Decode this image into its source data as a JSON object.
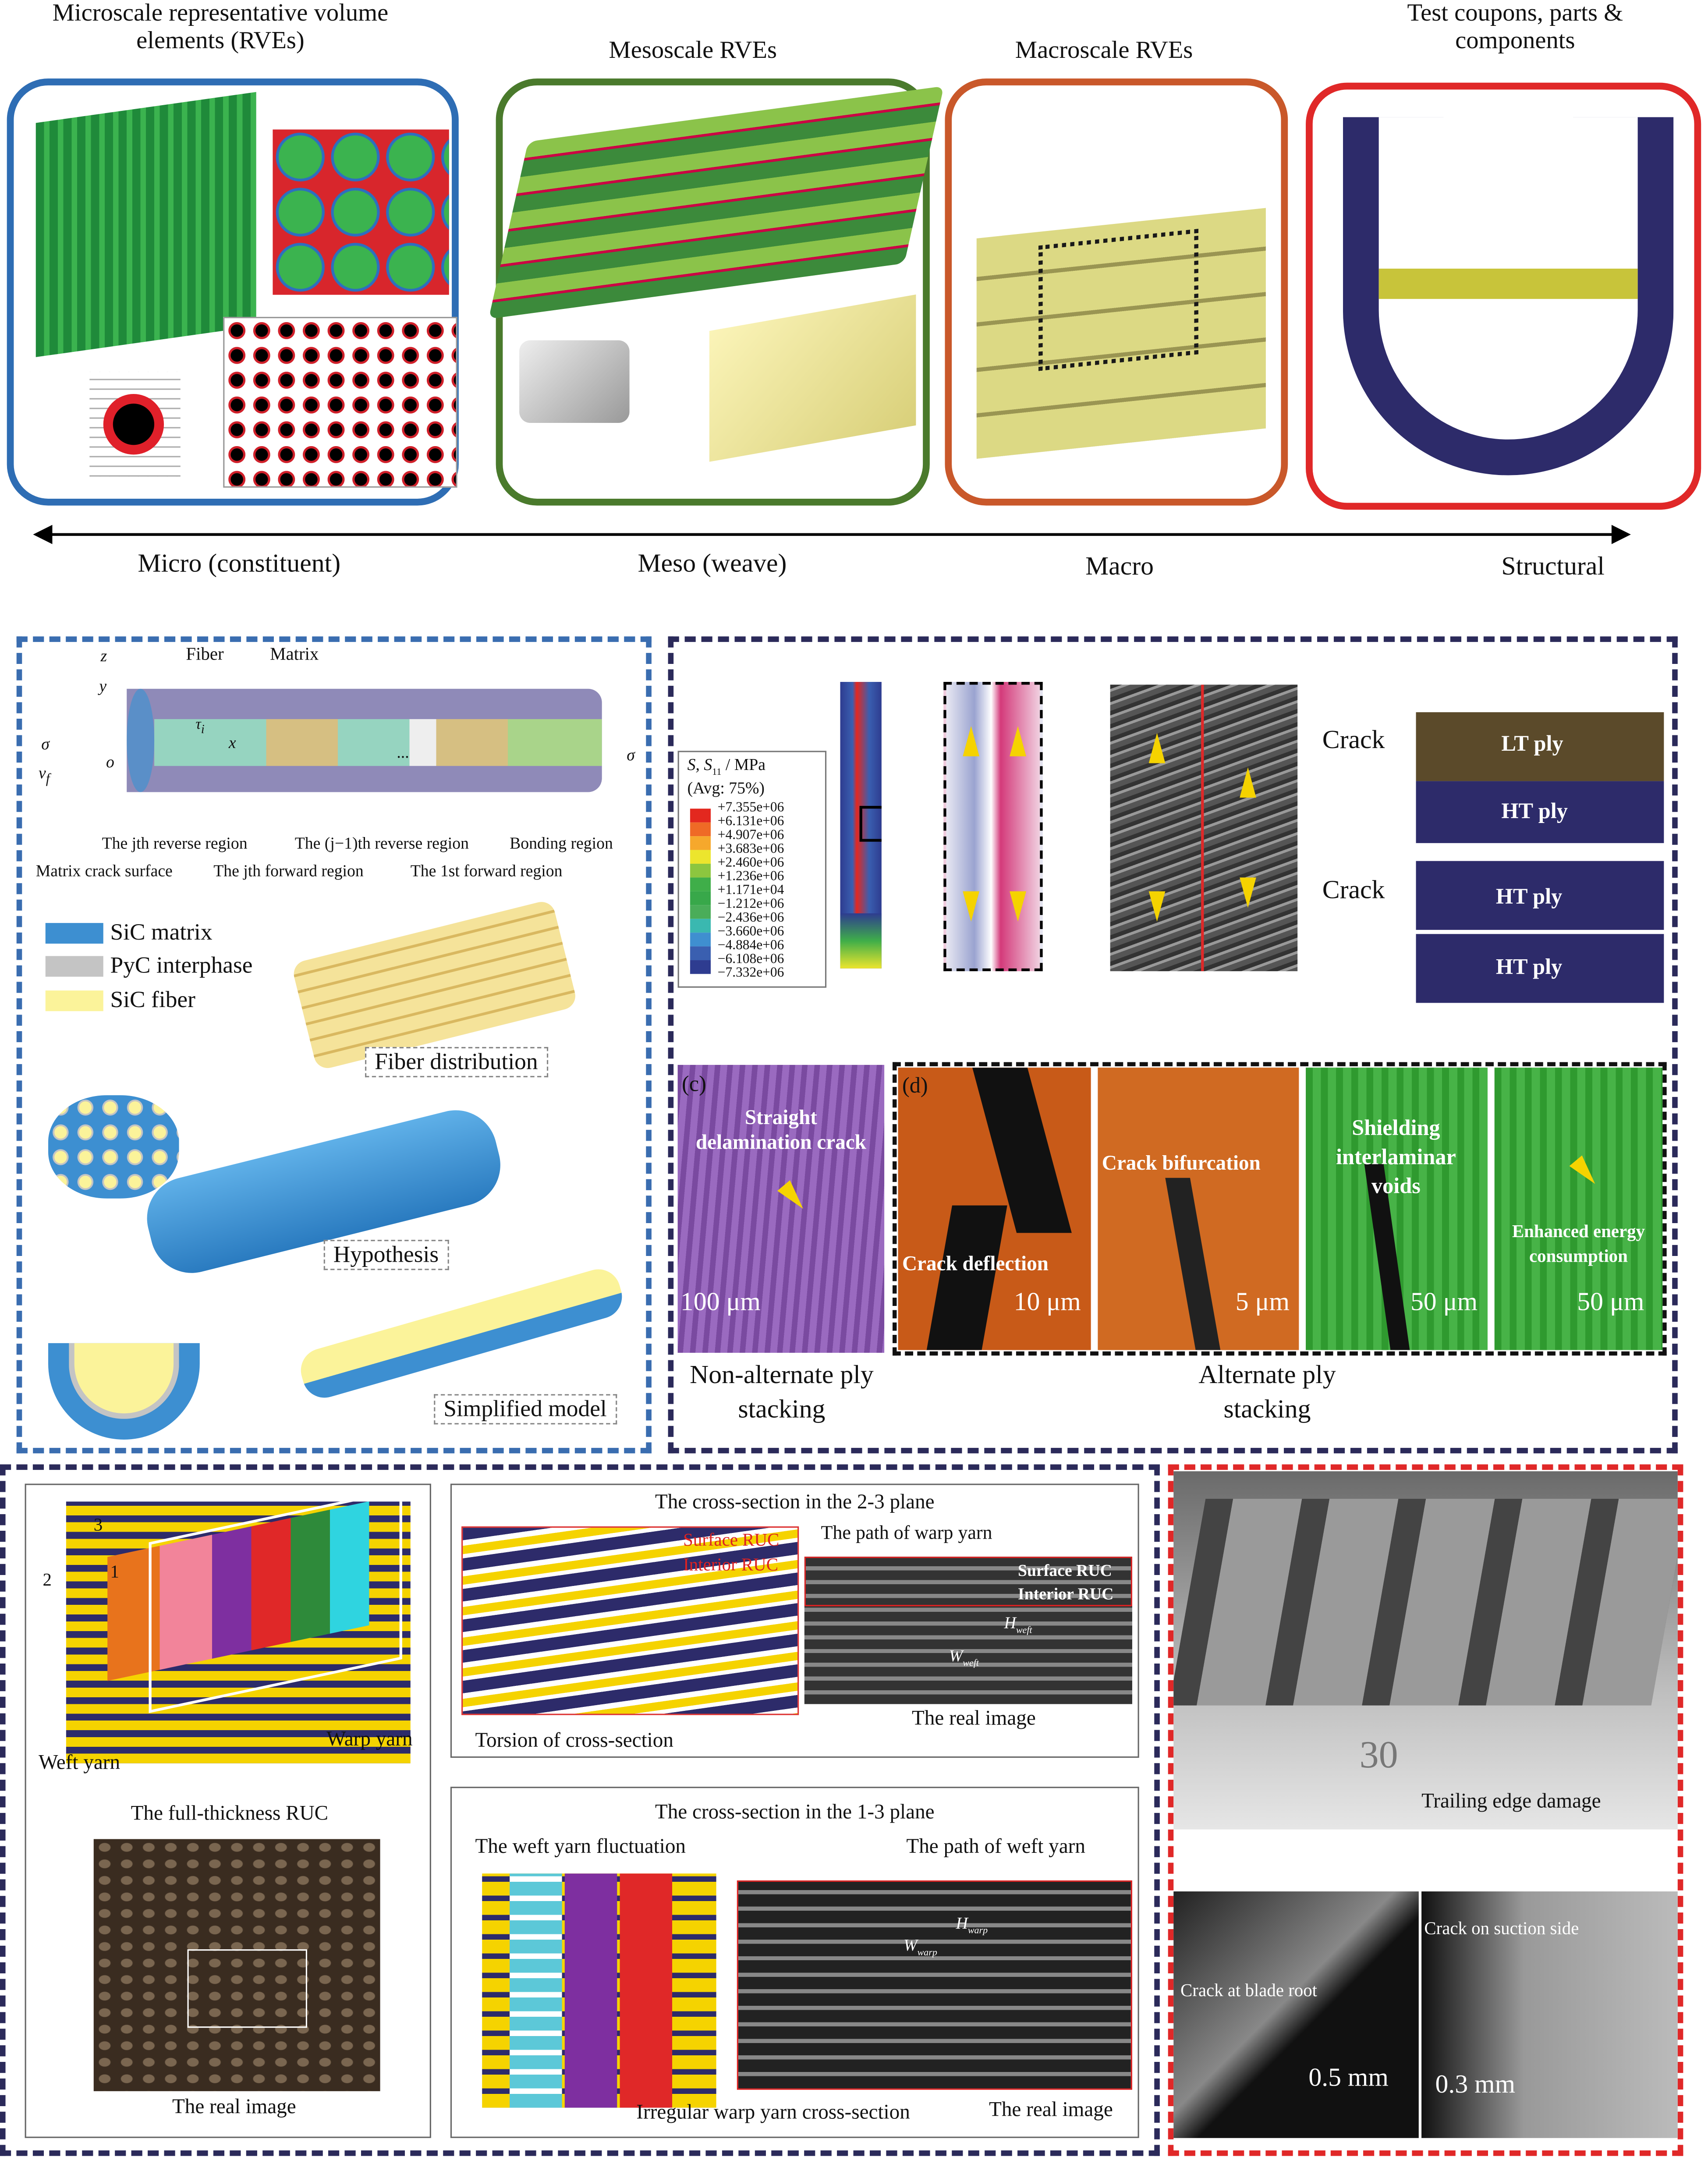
{
  "top": {
    "titles": [
      "Microscale representative volume elements (RVEs)",
      "Mesoscale RVEs",
      "Macroscale RVEs",
      "Test coupons, parts & components"
    ],
    "scale_labels": [
      "Micro (constituent)",
      "Meso (weave)",
      "Macro",
      "Structural"
    ],
    "colors": {
      "micro": "#2e6db4",
      "meso": "#4a7a2c",
      "macro": "#c9582a",
      "structural": "#e02828"
    }
  },
  "panel_a": {
    "fiber": "Fiber",
    "matrix": "Matrix",
    "z": "z",
    "y": "y",
    "x": "x",
    "o": "o",
    "sigma": "σ",
    "vf": "v",
    "vf_sub": "f",
    "tau": "τ",
    "tau_sub": "i",
    "dots": "...",
    "labels": [
      "The jth reverse region",
      "The (j−1)th reverse region",
      "Bonding region",
      "Matrix crack surface",
      "The jth forward region",
      "The 1st forward region"
    ],
    "legend": [
      {
        "label": "SiC matrix",
        "color": "#3d8fd1"
      },
      {
        "label": "PyC interphase",
        "color": "#c4c4c4"
      },
      {
        "label": "SiC fiber",
        "color": "#fbf39a"
      }
    ],
    "fiber_distribution": "Fiber distribution",
    "hypothesis": "Hypothesis",
    "simplified_model": "Simplified model"
  },
  "panel_b": {
    "legend_title": "S, S",
    "legend_title_sub": "11",
    "legend_unit": " / MPa",
    "legend_avg": "(Avg: 75%)",
    "legend_values": [
      "+7.355e+06",
      "+6.131e+06",
      "+4.907e+06",
      "+3.683e+06",
      "+2.460e+06",
      "+1.236e+06",
      "+1.171e+04",
      "−1.212e+06",
      "−2.436e+06",
      "−3.660e+06",
      "−4.884e+06",
      "−6.108e+06",
      "−7.332e+06"
    ],
    "legend_colors": [
      "#e3281f",
      "#ef6a26",
      "#f6a82c",
      "#ece52d",
      "#8cc63f",
      "#3fae49",
      "#38a84a",
      "#4aad59",
      "#3ab8b0",
      "#3f8fd0",
      "#3a5fb0",
      "#2e3c90"
    ],
    "plies": {
      "crack1": "Crack",
      "lt": "LT ply",
      "ht1": "HT ply",
      "crack2": "Crack",
      "ht2": "HT ply",
      "ht3": "HT ply"
    },
    "c": {
      "tag": "(c)",
      "text": "Straight delamination crack",
      "scale": "100 μm"
    },
    "d": {
      "tag": "(d)",
      "items": [
        {
          "text": "Crack deflection",
          "scale": "10 μm"
        },
        {
          "text": "Crack bifurcation",
          "scale": "5 μm"
        },
        {
          "text": "Shielding interlaminar voids",
          "scale": "50 μm"
        },
        {
          "text": "Enhanced energy consumption",
          "scale": "50 μm"
        }
      ]
    },
    "non_alternate": "Non-alternate ply stacking",
    "alternate": "Alternate ply stacking"
  },
  "panel_bottom": {
    "axes": [
      "3",
      "2",
      "1"
    ],
    "weft_yarn": "Weft yarn",
    "warp_yarn": "Warp yarn",
    "full_ruc": "The full-thickness RUC",
    "real_image": "The real image",
    "cs23": {
      "title": "The cross-section in the 2-3 plane",
      "surface": "Surface RUC",
      "interior": "Interior RUC",
      "path": "The path of warp yarn",
      "surface2": "Surface RUC",
      "interior2": "Interior RUC",
      "h": "H",
      "h_sub": "weft",
      "w": "W",
      "w_sub": "weft",
      "real": "The real image",
      "torsion": "Torsion of cross-section"
    },
    "cs13": {
      "title": "The cross-section in the 1-3 plane",
      "fluct": "The weft yarn fluctuation",
      "path": "The path of weft yarn",
      "h": "H",
      "h_sub": "warp",
      "w": "W",
      "w_sub": "warp",
      "irregular": "Irregular warp yarn cross-section",
      "real": "The real image"
    }
  },
  "panel_right": {
    "trailing": "Trailing edge damage",
    "ruler_mark": "30",
    "suction": "Crack on suction side",
    "root": "Crack at blade root",
    "scale1": "0.5 mm",
    "scale2": "0.3 mm"
  }
}
